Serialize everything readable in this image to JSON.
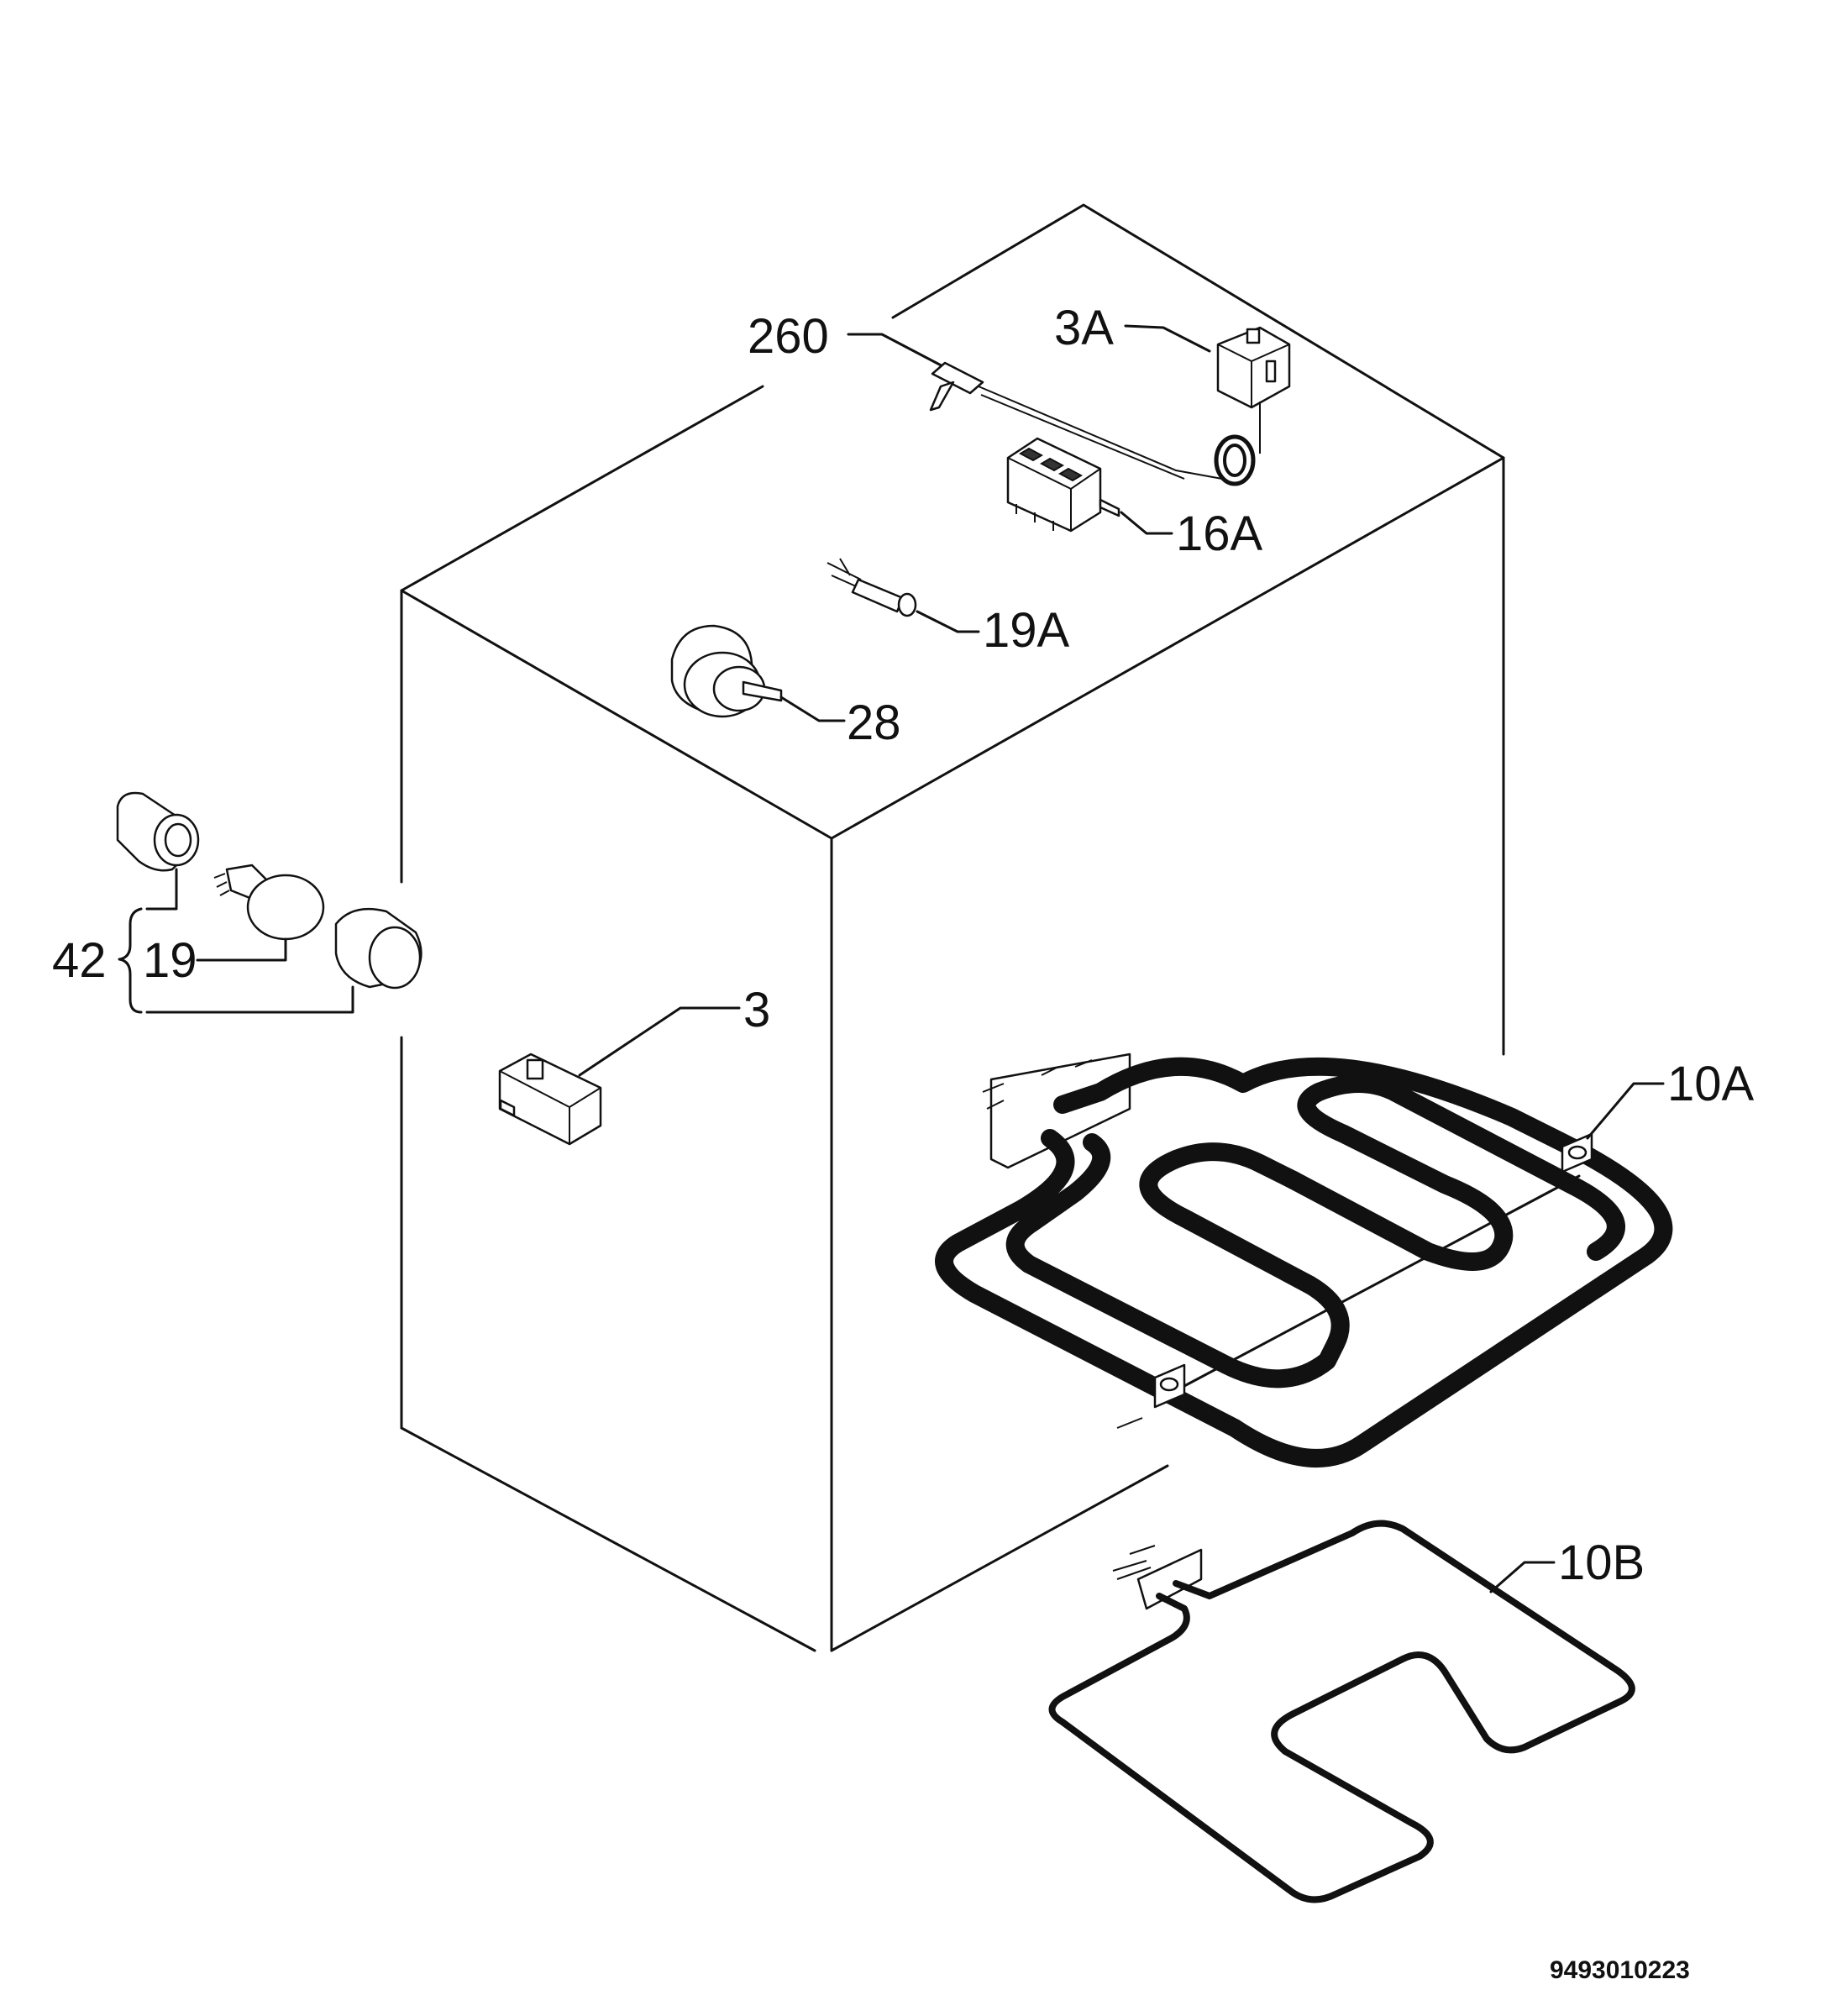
{
  "labels": {
    "l260": "260",
    "l3A": "3A",
    "l16A": "16A",
    "l19A": "19A",
    "l28": "28",
    "l42": "42",
    "l19": "19",
    "l3": "3",
    "l10A": "10A",
    "l10B": "10B"
  },
  "document_number": "9493010223"
}
